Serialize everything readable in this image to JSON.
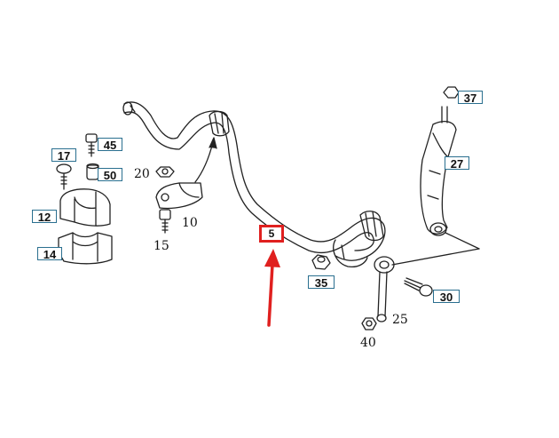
{
  "parts": {
    "p5": "5",
    "p10": "10",
    "p12": "12",
    "p14": "14",
    "p15": "15",
    "p17": "17",
    "p20": "20",
    "p25": "25",
    "p27": "27",
    "p30": "30",
    "p35": "35",
    "p37": "37",
    "p40": "40",
    "p45": "45",
    "p50": "50"
  },
  "colors": {
    "outline": "#222222",
    "label_border": "#2a6f8f",
    "highlight": "#e0201f"
  }
}
